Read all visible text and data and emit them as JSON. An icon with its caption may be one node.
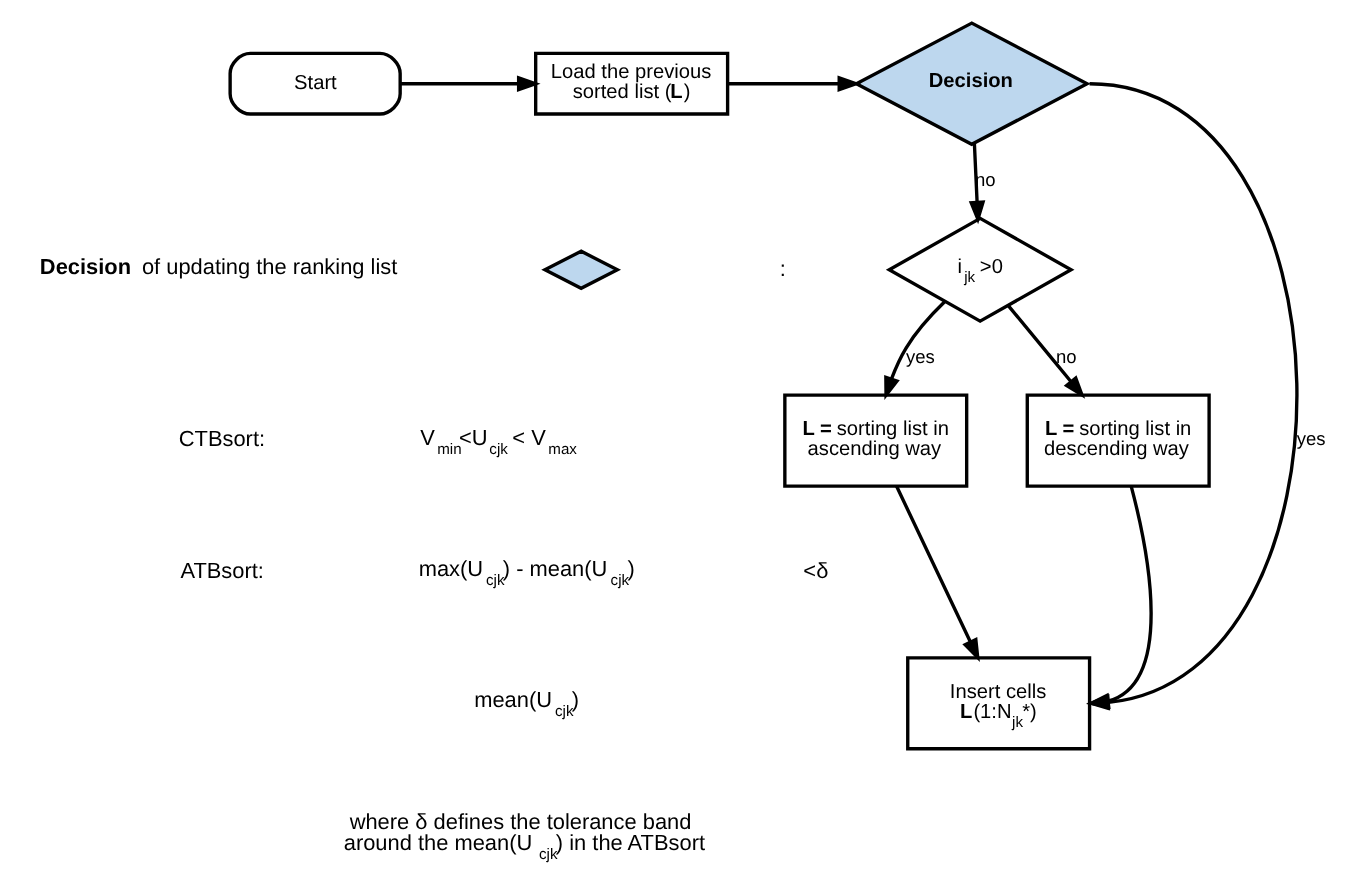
{
  "diagram": {
    "nodes": [
      {
        "text": [
          "Start"
        ]
      },
      {
        "text": [
          "Load the previous sorted list (**L**)"
        ]
      },
      {
        "text": [
          "Decision"
        ]
      },
      {
        "text": [
          "i$_{jk}$ >0"
        ]
      },
      {
        "text": [
          "**L =** sorting list in ascending way"
        ]
      },
      {
        "text": [
          "**L =** sorting list in descending way"
        ]
      },
      {
        "text": [
          "Insert cells **L**(1:N$_{jk}$*)"
        ]
      },
      {
        "text": [],
        "shape": "diamond"
      }
    ],
    "edges": [
      {
        "from": 0,
        "to": 1,
        "arrow": "to"
      },
      {
        "from": 1,
        "to": 2,
        "arrow": "to"
      },
      {
        "from": 2,
        "to": 3,
        "arrow": "to",
        "label": "no"
      },
      {
        "from": 2,
        "to": 6,
        "arrow": "to",
        "label": "yes"
      },
      {
        "from": 3,
        "to": 4,
        "arrow": "to",
        "label": "yes"
      },
      {
        "from": 3,
        "to": 5,
        "arrow": "to",
        "label": "no"
      },
      {
        "from": 4,
        "to": 6,
        "arrow": "to"
      },
      {
        "from": 5,
        "to": 6,
        "arrow": "to"
      }
    ],
    "labels": [
      "**Decision** of updating the ranking list",
      ":",
      "CTBsort:",
      "V$_{min}$<U$_{cjk}$ < V$_{max}$",
      "ATBsort:",
      "max(U$_{cjk}$) - mean(U$_{cjk}$)",
      "mean(U$_{cjk}$)",
      "<δ",
      "where δ defines the tolerance band around the mean(U$_{cjk}$) in the ATBsort"
    ]
  }
}
